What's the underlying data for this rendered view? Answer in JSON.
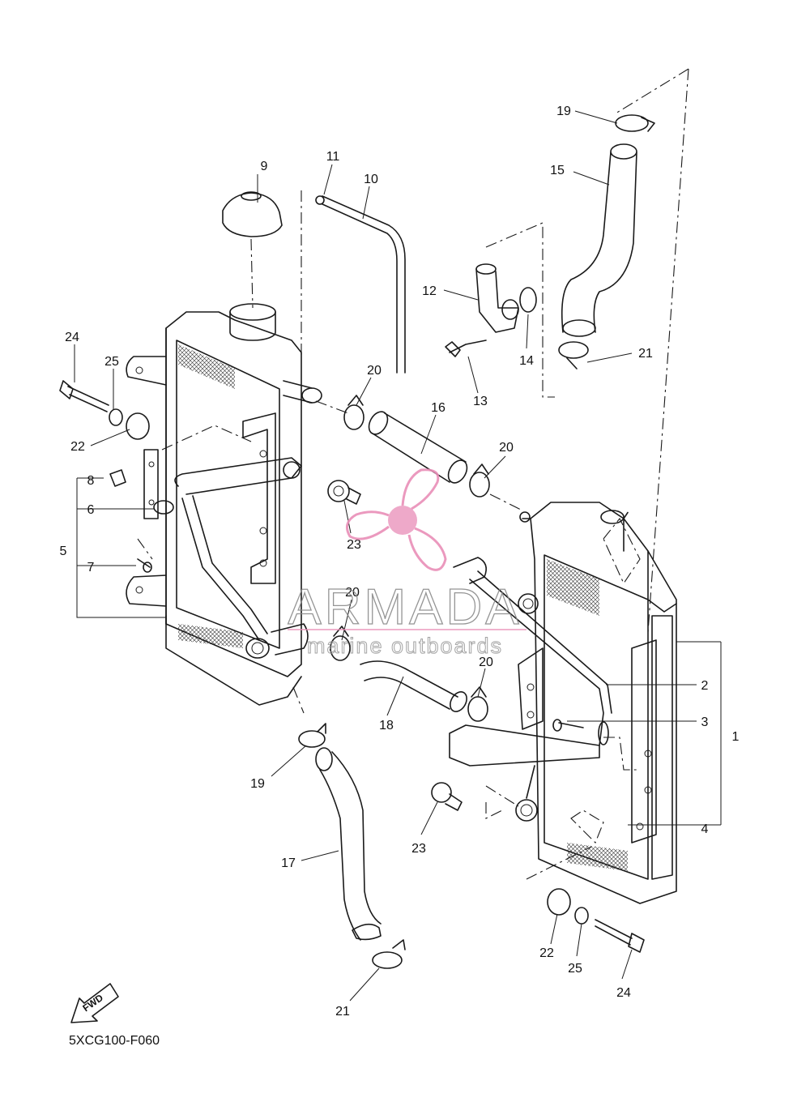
{
  "diagram_code": "5XCG100-F060",
  "fwd_badge": "FWD",
  "watermark": {
    "brand": "ARMADA",
    "tagline": "marine outboards",
    "accent_color": "#e98fb8"
  },
  "callouts": [
    "1",
    "2",
    "3",
    "4",
    "5",
    "6",
    "7",
    "8",
    "9",
    "10",
    "11",
    "12",
    "13",
    "14",
    "15",
    "16",
    "17",
    "18",
    "19",
    "20",
    "21",
    "22",
    "23",
    "24",
    "25"
  ]
}
